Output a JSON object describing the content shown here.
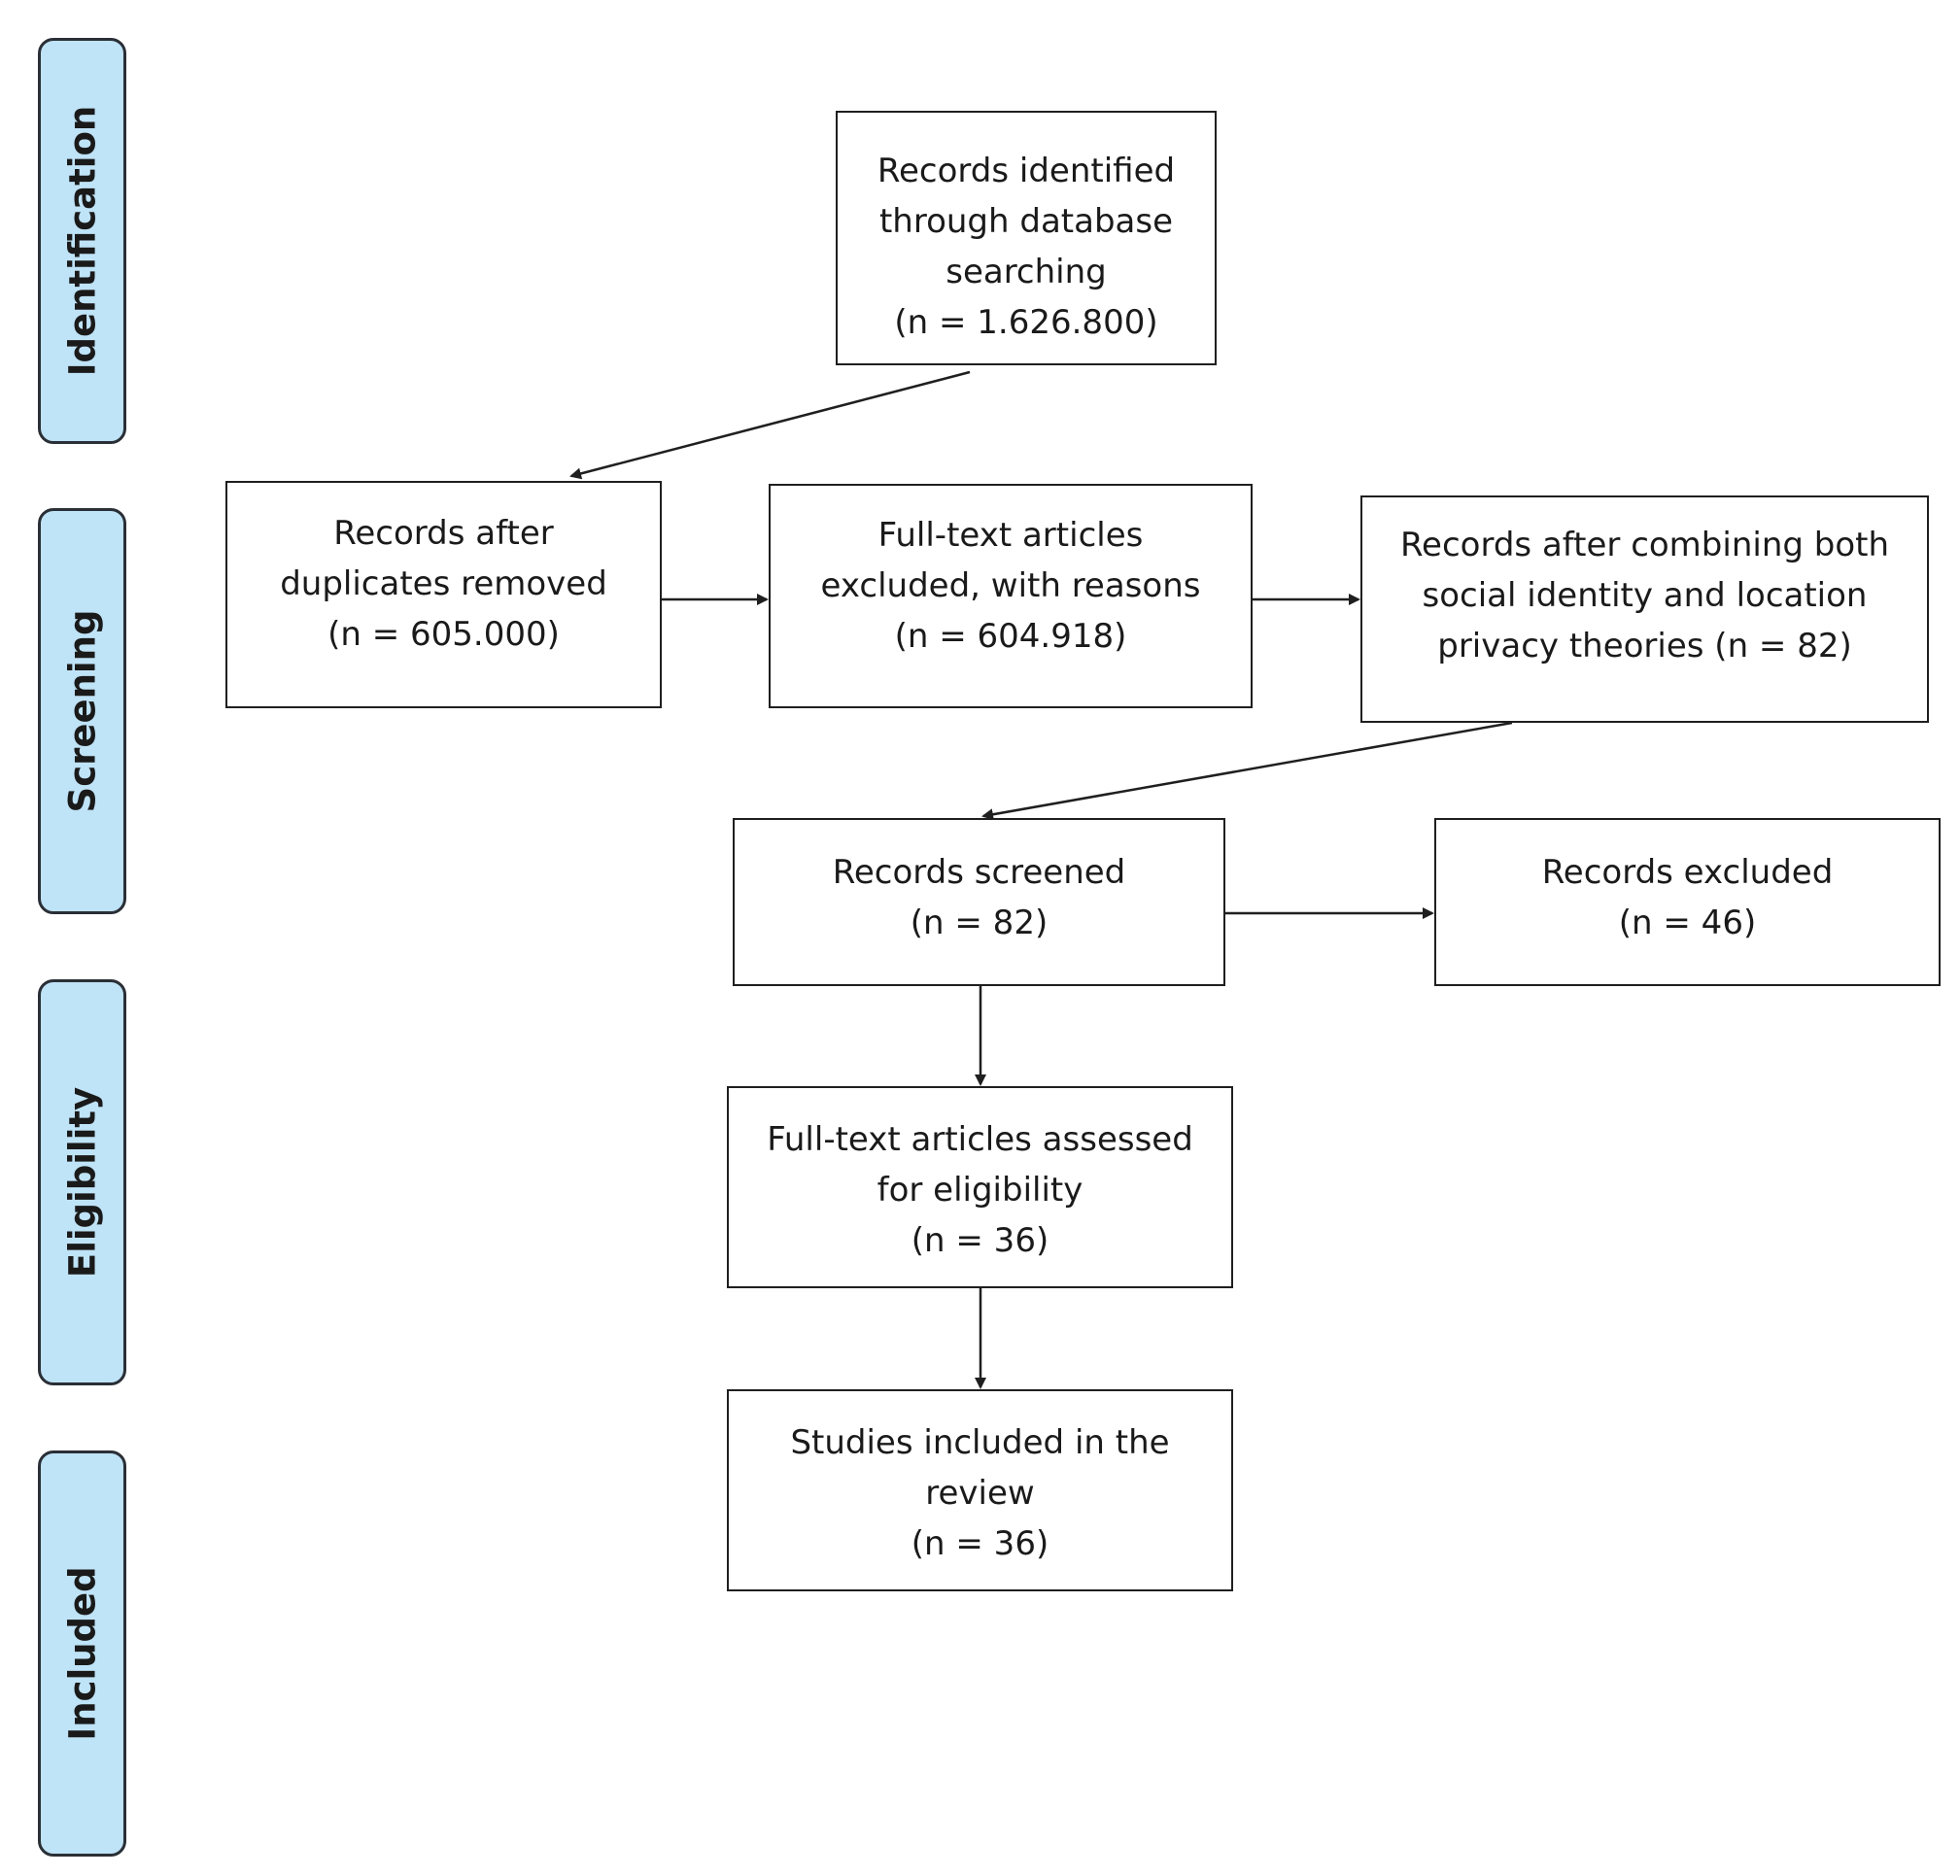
{
  "stages": [
    {
      "id": "identification",
      "label": "Identification"
    },
    {
      "id": "screening",
      "label": "Screening"
    },
    {
      "id": "eligibility",
      "label": "Eligibility"
    },
    {
      "id": "included",
      "label": "Included"
    }
  ],
  "boxes": {
    "records_identified": {
      "lines": [
        "Records identified",
        "through database",
        "searching",
        "(n = 1.626.800)"
      ]
    },
    "duplicates_removed": {
      "lines": [
        "Records after",
        "duplicates removed",
        "(n = 605.000)"
      ]
    },
    "fulltext_excluded": {
      "lines": [
        "Full-text articles",
        "excluded, with reasons",
        "(n = 604.918)"
      ]
    },
    "combined_theories": {
      "lines": [
        "Records after combining both",
        "social identity and location",
        "privacy theories (n = 82)"
      ]
    },
    "records_screened": {
      "lines": [
        "Records screened",
        "(n = 82)"
      ]
    },
    "records_excluded": {
      "lines": [
        "Records excluded",
        "(n = 46)"
      ]
    },
    "assessed_eligibility": {
      "lines": [
        "Full-text articles assessed",
        "for eligibility",
        "(n = 36)"
      ]
    },
    "studies_included": {
      "lines": [
        "Studies included in the",
        "review",
        "(n = 36)"
      ]
    }
  },
  "colors": {
    "stage_fill": "#bfe3f7",
    "stage_border": "#2a2f36",
    "box_border": "#1f1f1f",
    "arrow": "#1f1f1f"
  }
}
